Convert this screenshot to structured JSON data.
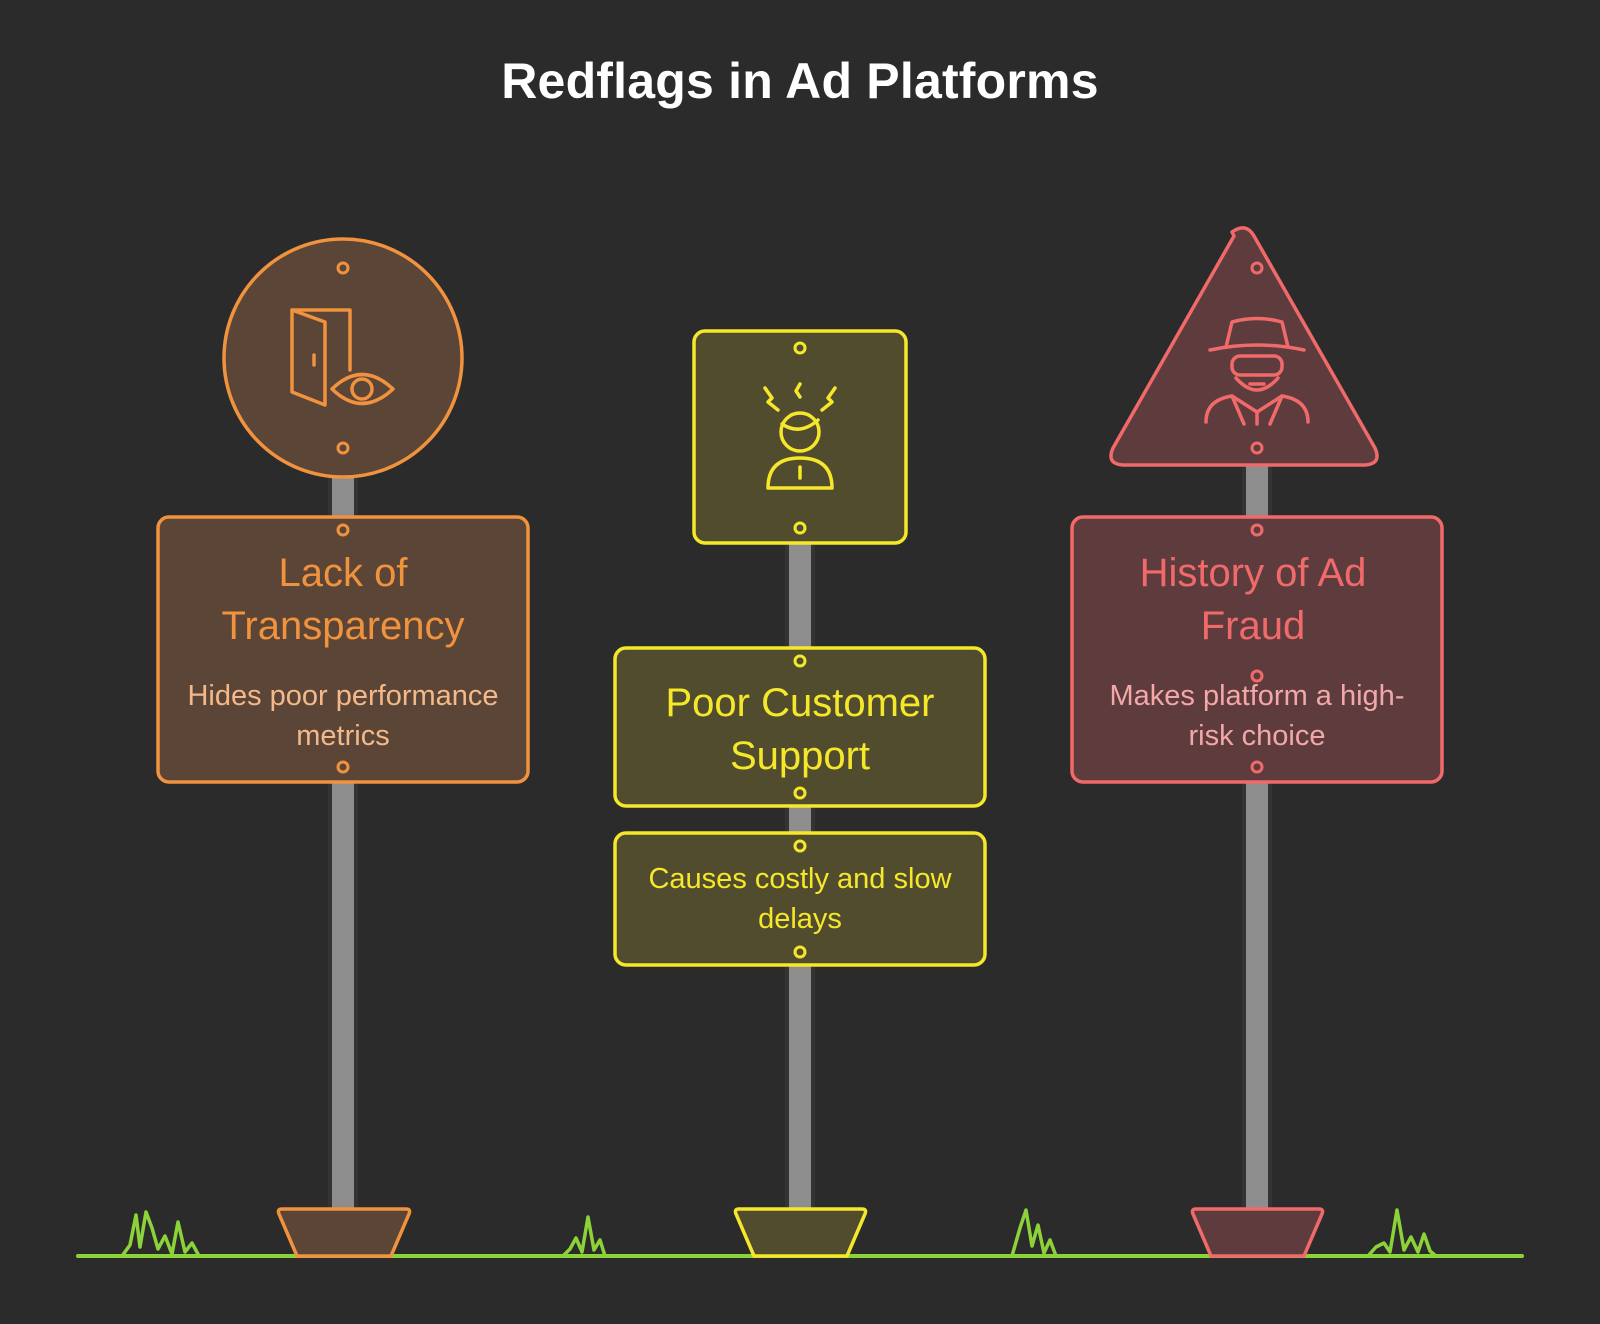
{
  "title": "Redflags in Ad Platforms",
  "colors": {
    "background": "#2b2b2b",
    "orange": "#f0923e",
    "orange_fill": "#5a4536",
    "yellow": "#f5e82a",
    "yellow_fill": "#524c2f",
    "red": "#f16a6a",
    "red_fill": "#5e3c3e",
    "pole": "#8d8d8d",
    "grass": "#8cd33a"
  },
  "signs": [
    {
      "id": "transparency",
      "title": "Lack of Transparency",
      "description": "Hides poor performance metrics",
      "icon": "door-eye-icon",
      "shape": "circle",
      "color": "orange"
    },
    {
      "id": "support",
      "title": "Poor Customer Support",
      "description": "Causes costly and slow delays",
      "icon": "frustrated-person-icon",
      "shape": "square",
      "color": "yellow"
    },
    {
      "id": "fraud",
      "title": "History of Ad Fraud",
      "description": "Makes platform a high-risk choice",
      "icon": "spy-icon",
      "shape": "triangle",
      "color": "red"
    }
  ]
}
